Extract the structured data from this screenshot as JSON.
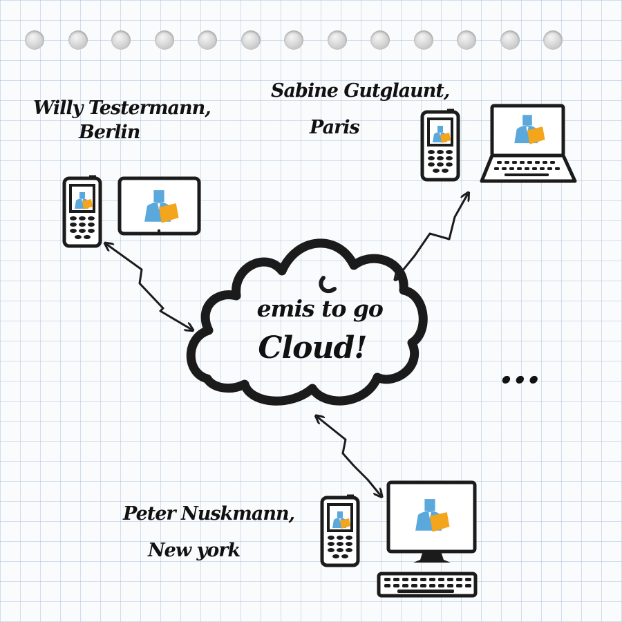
{
  "users": [
    {
      "id": "willy",
      "line1": "Willy Testermann,",
      "line2": "Berlin"
    },
    {
      "id": "sabine",
      "line1": "Sabine Gutglaunt,",
      "line2": "Paris"
    },
    {
      "id": "peter",
      "line1": "Peter Nuskmann,",
      "line2": "New york"
    }
  ],
  "cloud": {
    "line1": "emis to go",
    "line2": "Cloud!"
  },
  "ellipsis": "...",
  "colors": {
    "ink": "#1b1b1b",
    "person_blue": "#5aa8dc",
    "folder_orange": "#f3a51b",
    "grid": "#a0b9d7"
  },
  "icons": [
    "phone-icon",
    "tablet-icon",
    "laptop-icon",
    "desktop-icon",
    "keyboard-icon",
    "cloud-icon",
    "double-arrow-icon",
    "person-icon",
    "folder-icon"
  ]
}
